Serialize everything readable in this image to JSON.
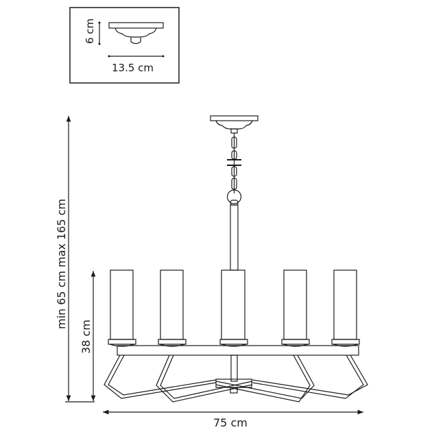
{
  "inset": {
    "height_label": "6 cm",
    "width_label": "13.5 cm"
  },
  "dimensions": {
    "total_height_label": "min 65 cm max 165 cm",
    "body_height_label": "38 cm",
    "width_label": "75 cm"
  },
  "fixture": {
    "lamp_count": 5,
    "line_color": "#1a1a1a",
    "background": "#ffffff"
  }
}
